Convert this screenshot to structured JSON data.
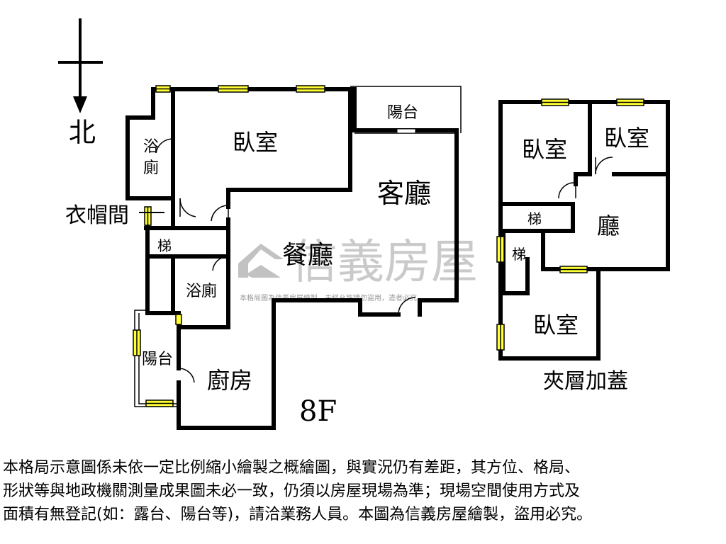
{
  "compass": {
    "label": "北"
  },
  "rooms_main": {
    "bedroom": "臥室",
    "bath1_a": "浴",
    "bath1_b": "廁",
    "cloakroom": "衣帽間",
    "balcony_top": "陽台",
    "living": "客廳",
    "dining": "餐廳",
    "stairs": "梯",
    "bath2": "浴廁",
    "balcony_left": "陽台",
    "kitchen": "廚房",
    "floor": "8F"
  },
  "rooms_mezz": {
    "bedroom_a": "臥室",
    "bedroom_b": "臥室",
    "bedroom_c": "臥室",
    "hall": "廳",
    "stairs_a": "梯",
    "stairs_b": "梯",
    "caption": "夾層加蓋"
  },
  "watermark": {
    "brand": "信義房屋",
    "note": "本格局圖為信義房屋繪製，未經允許請勿盜用，違者必究"
  },
  "disclaimer": {
    "line1": "本格局示意圖係未依一定比例縮小繪製之概繪圖，與實況仍有差距，其方位、格局、",
    "line2": "形狀等與地政機關測量成果圖未必一致，仍須以房屋現場為準；現場空間使用方式及",
    "line3": "面積有無登記(如：露台、陽台等)，請洽業務人員。本圖為信義房屋繪製，盜用必究。"
  },
  "colors": {
    "wall": "#000000",
    "window": "#ffff33",
    "watermark": "#b8b8b8"
  }
}
